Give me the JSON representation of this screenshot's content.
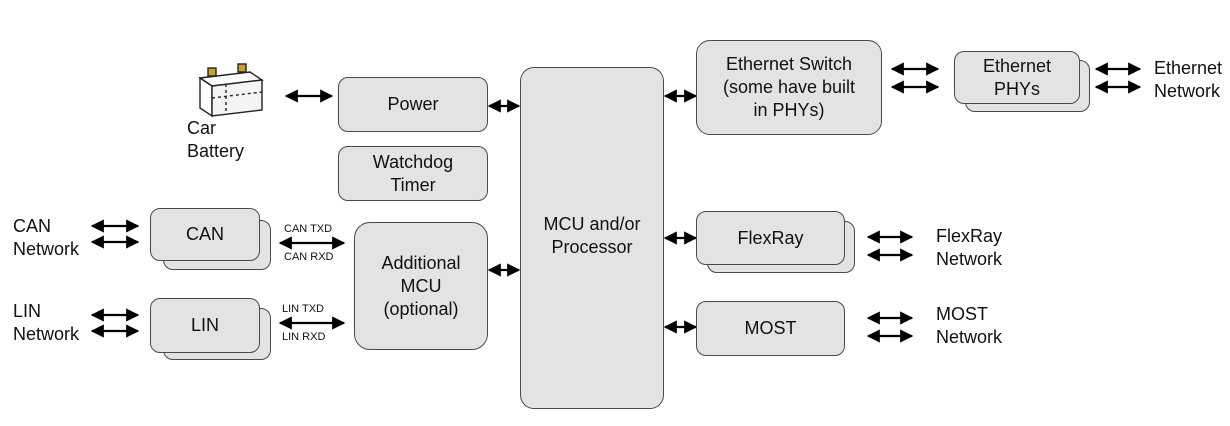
{
  "blocks": {
    "power": "Power",
    "watchdog": "Watchdog\nTimer",
    "additional_mcu": "Additional\nMCU\n(optional)",
    "mcu": "MCU and/or\nProcessor",
    "can": "CAN",
    "lin": "LIN",
    "ethernet_switch": "Ethernet Switch\n(some have built\nin PHYs)",
    "ethernet_phys": "Ethernet\nPHYs",
    "flexray": "FlexRay",
    "most": "MOST"
  },
  "external": {
    "car_battery": "Car\nBattery",
    "can_network": "CAN\nNetwork",
    "lin_network": "LIN\nNetwork",
    "ethernet_network": "Ethernet\nNetwork",
    "flexray_network": "FlexRay\nNetwork",
    "most_network": "MOST\nNetwork"
  },
  "signals": {
    "can_txd": "CAN TXD",
    "can_rxd": "CAN RXD",
    "lin_txd": "LIN TXD",
    "lin_rxd": "LIN RXD"
  },
  "colors": {
    "box_fill": "#e3e3e3",
    "box_border": "#4a4a4a",
    "arrow": "#000000"
  },
  "icons": [
    "car-battery-icon"
  ]
}
